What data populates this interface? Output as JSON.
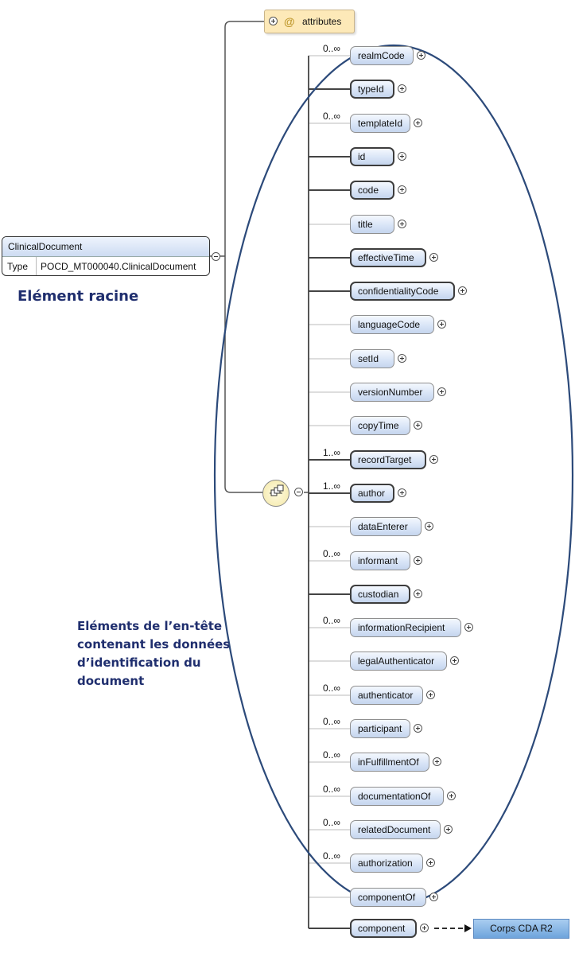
{
  "root": {
    "name": "ClinicalDocument",
    "type_label": "Type",
    "type_value": "POCD_MT000040.ClinicalDocument"
  },
  "attributes_label": "attributes",
  "attributes_symbol": "@",
  "root_caption": "Elément racine",
  "header_caption": [
    "Eléments de l’en-tête",
    "contenant les données",
    "d’identification du",
    "document"
  ],
  "body_label": "Corps CDA R2",
  "elements": [
    {
      "name": "realmCode",
      "card": "0..∞",
      "required": false
    },
    {
      "name": "typeId",
      "card": "",
      "required": true
    },
    {
      "name": "templateId",
      "card": "0..∞",
      "required": false
    },
    {
      "name": "id",
      "card": "",
      "required": true
    },
    {
      "name": "code",
      "card": "",
      "required": true
    },
    {
      "name": "title",
      "card": "",
      "required": false
    },
    {
      "name": "effectiveTime",
      "card": "",
      "required": true
    },
    {
      "name": "confidentialityCode",
      "card": "",
      "required": true
    },
    {
      "name": "languageCode",
      "card": "",
      "required": false
    },
    {
      "name": "setId",
      "card": "",
      "required": false
    },
    {
      "name": "versionNumber",
      "card": "",
      "required": false
    },
    {
      "name": "copyTime",
      "card": "",
      "required": false
    },
    {
      "name": "recordTarget",
      "card": "1..∞",
      "required": true
    },
    {
      "name": "author",
      "card": "1..∞",
      "required": true
    },
    {
      "name": "dataEnterer",
      "card": "",
      "required": false
    },
    {
      "name": "informant",
      "card": "0..∞",
      "required": false
    },
    {
      "name": "custodian",
      "card": "",
      "required": true
    },
    {
      "name": "informationRecipient",
      "card": "0..∞",
      "required": false
    },
    {
      "name": "legalAuthenticator",
      "card": "",
      "required": false
    },
    {
      "name": "authenticator",
      "card": "0..∞",
      "required": false
    },
    {
      "name": "participant",
      "card": "0..∞",
      "required": false
    },
    {
      "name": "inFulfillmentOf",
      "card": "0..∞",
      "required": false
    },
    {
      "name": "documentationOf",
      "card": "0..∞",
      "required": false
    },
    {
      "name": "relatedDocument",
      "card": "0..∞",
      "required": false
    },
    {
      "name": "authorization",
      "card": "0..∞",
      "required": false
    },
    {
      "name": "componentOf",
      "card": "",
      "required": false
    },
    {
      "name": "component",
      "card": "",
      "required": true
    }
  ],
  "colors": {
    "caption": "#1f2e6e",
    "ellipse": "#2c4a7a",
    "body_box": "#5b9bd5",
    "attributes_box": "#fde9b8"
  }
}
